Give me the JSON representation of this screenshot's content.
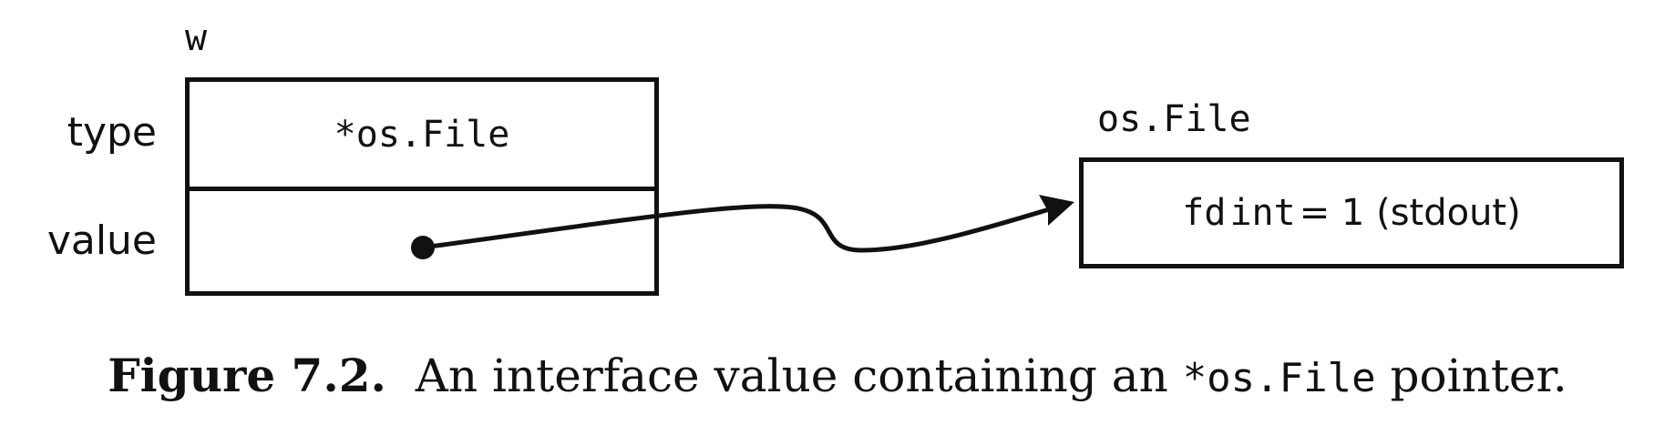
{
  "variable": {
    "name": "w"
  },
  "interface_box": {
    "row_labels": {
      "type": "type",
      "value": "value"
    },
    "type_value": "*os.File"
  },
  "struct_box": {
    "type_name": "os.File",
    "field_name": "fd",
    "field_type": "int",
    "field_value": "= 1 (stdout)"
  },
  "caption": {
    "label": "Figure 7.2.",
    "text_before": "An interface value containing an",
    "code": "*os.File",
    "text_after": "pointer."
  }
}
